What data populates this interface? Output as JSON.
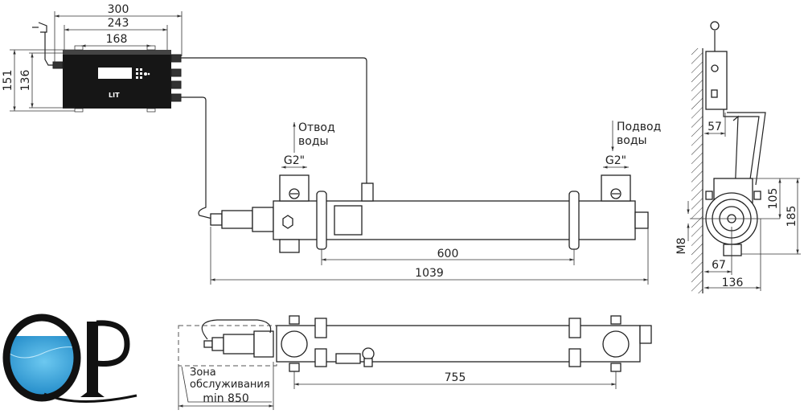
{
  "controller": {
    "brand": "LIT",
    "dims": {
      "overall_width": "300",
      "body_width": "243",
      "mount_spacing": "168",
      "overall_height": "151",
      "mount_height": "136"
    }
  },
  "reactor": {
    "outlet_label": [
      "Отвод",
      "воды"
    ],
    "inlet_label": [
      "Подвод",
      "воды"
    ],
    "outlet_thread": "G2\"",
    "inlet_thread": "G2\"",
    "clamp_spacing": "600",
    "overall_length": "1039"
  },
  "side_view": {
    "bracket_offset": "57",
    "axis_height": "105",
    "total_height": "185",
    "bolt": "M8",
    "axis_depth": "67",
    "total_depth": "136"
  },
  "top_view": {
    "service_zone_label": [
      "Зона",
      "обслуживания"
    ],
    "service_zone_min": "min 850",
    "port_spacing": "755"
  },
  "logo": {
    "text": "QP",
    "water_color": "#2a9fd8"
  }
}
